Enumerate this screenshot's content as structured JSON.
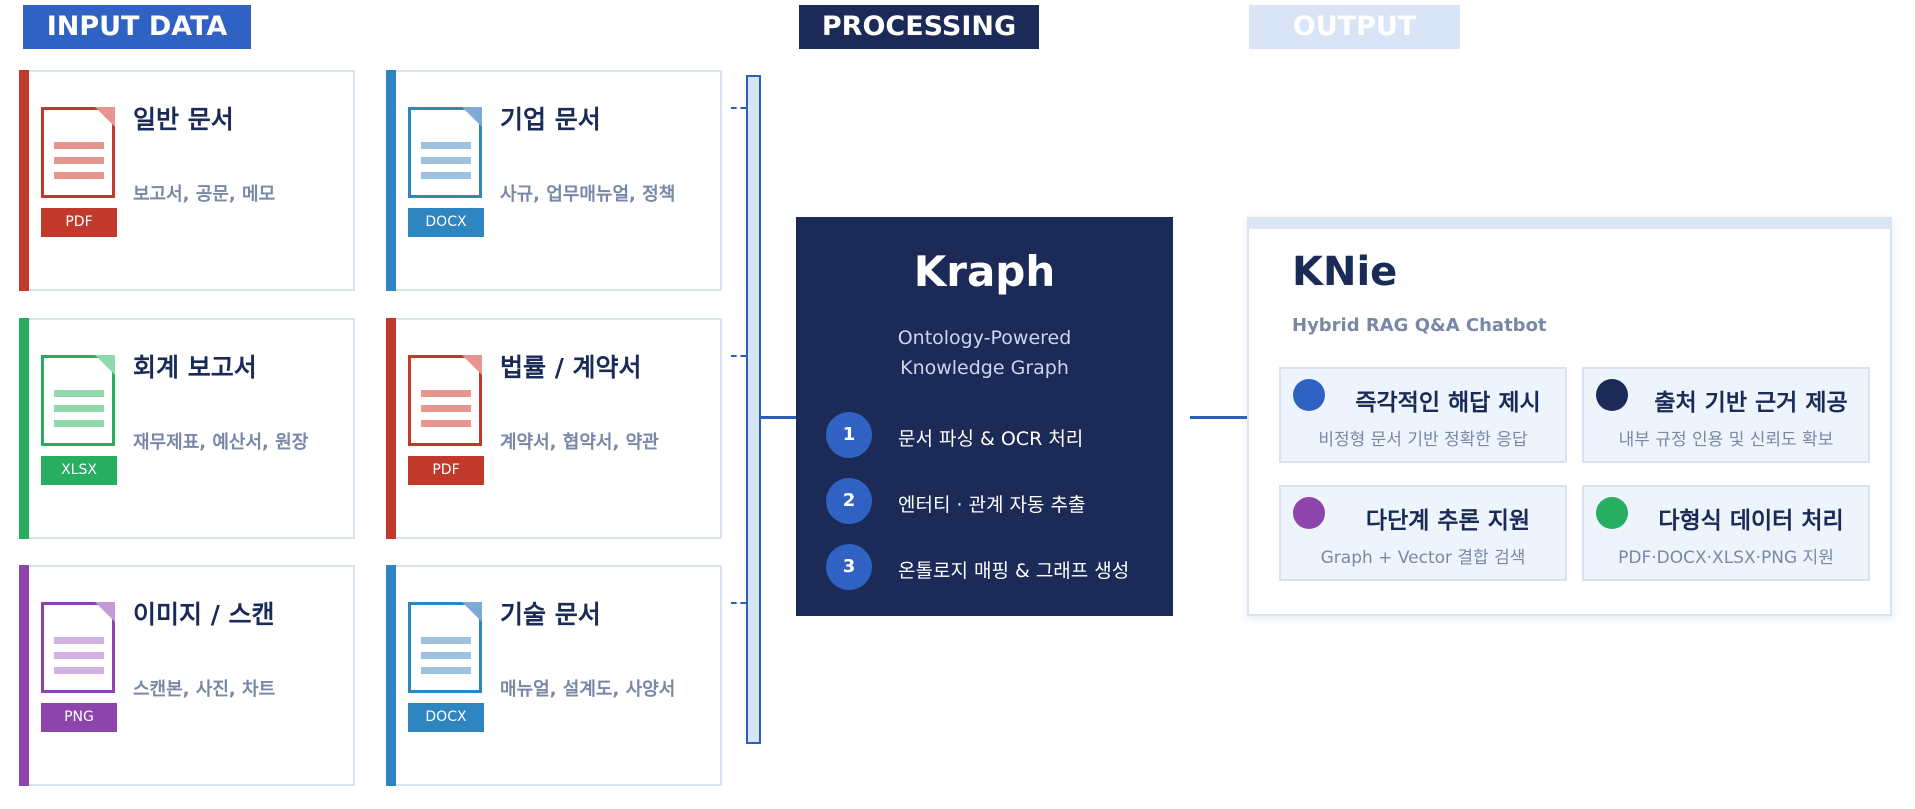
{
  "sections": {
    "input": "INPUT DATA",
    "processing": "PROCESSING",
    "output": "OUTPUT"
  },
  "inputs": [
    {
      "title": "일반 문서",
      "sub": "보고서, 공문, 메모",
      "badge": "PDF",
      "color": "red",
      "icon": "document-icon"
    },
    {
      "title": "기업 문서",
      "sub": "사규, 업무매뉴얼, 정책",
      "badge": "DOCX",
      "color": "blue",
      "icon": "document-icon"
    },
    {
      "title": "회계 보고서",
      "sub": "재무제표, 예산서, 원장",
      "badge": "XLSX",
      "color": "green",
      "icon": "spreadsheet-icon"
    },
    {
      "title": "법률 / 계약서",
      "sub": "계약서, 협약서, 약관",
      "badge": "PDF",
      "color": "red",
      "icon": "document-icon"
    },
    {
      "title": "이미지 / 스캔",
      "sub": "스캔본, 사진, 차트",
      "badge": "PNG",
      "color": "purple",
      "icon": "image-icon"
    },
    {
      "title": "기술 문서",
      "sub": "매뉴얼, 설계도, 사양서",
      "badge": "DOCX",
      "color": "blue",
      "icon": "document-icon"
    }
  ],
  "kraph": {
    "title": "Kraph",
    "sub_line1": "Ontology-Powered",
    "sub_line2": "Knowledge Graph",
    "steps": [
      {
        "num": "1",
        "text": "문서 파싱 & OCR 처리"
      },
      {
        "num": "2",
        "text": "엔터티 · 관계 자동 추출"
      },
      {
        "num": "3",
        "text": "온톨로지 매핑 & 그래프 생성"
      }
    ]
  },
  "knie": {
    "title": "KNie",
    "sub": "Hybrid RAG Q&A Chatbot",
    "features": [
      {
        "title": "즉각적인 해답 제시",
        "sub": "비정형 문서 기반 정확한 응답",
        "color": "#2f62c3"
      },
      {
        "title": "출처 기반 근거 제공",
        "sub": "내부 규정 인용 및 신뢰도 확보",
        "color": "#1b2a56"
      },
      {
        "title": "다단계 추론 지원",
        "sub": "Graph + Vector 결합 검색",
        "color": "#8e44ad"
      },
      {
        "title": "다형식 데이터 처리",
        "sub": "PDF·DOCX·XLSX·PNG 지원",
        "color": "#27ae60"
      }
    ]
  },
  "colors": {
    "navy": "#1b2a56",
    "blue": "#2f62c3",
    "light": "#d9e5f6"
  }
}
